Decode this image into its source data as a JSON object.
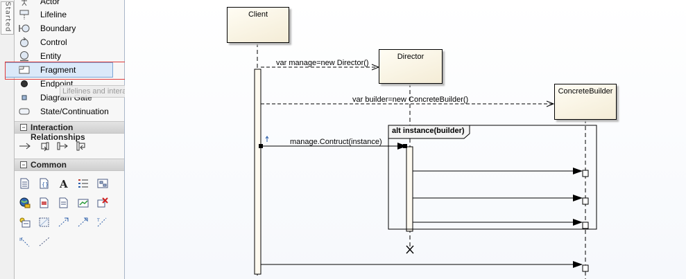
{
  "side_tab": {
    "label": "Started"
  },
  "toolbox": {
    "items": [
      {
        "label": "Actor",
        "icon": "actor-icon"
      },
      {
        "label": "Lifeline",
        "icon": "lifeline-icon"
      },
      {
        "label": "Boundary",
        "icon": "boundary-icon"
      },
      {
        "label": "Control",
        "icon": "control-icon"
      },
      {
        "label": "Entity",
        "icon": "entity-icon"
      },
      {
        "label": "Fragment",
        "icon": "fragment-icon"
      },
      {
        "label": "Endpoint",
        "icon": "endpoint-icon"
      },
      {
        "label": "Diagram Gate",
        "icon": "diagram-gate-icon"
      },
      {
        "label": "State/Continuation",
        "icon": "state-continuation-icon"
      }
    ],
    "selected_item": "Fragment",
    "tooltip": "Lifelines and interaction fragments for building sequence diagrams",
    "sections": {
      "interaction_relationships": {
        "title": "Interaction Relationships",
        "expanded_symbol": "−"
      },
      "common": {
        "title": "Common",
        "expanded_symbol": "−"
      }
    }
  },
  "diagram": {
    "lifelines": {
      "client": "Client",
      "director": "Director",
      "concrete_builder": "ConcreteBuilder"
    },
    "messages": {
      "m1": "var manage=new Director()",
      "m2": "var builder=new ConcreteBuilder()",
      "m3": "manage.Contruct(instance)"
    },
    "fragment": {
      "label": "alt instance(builder)"
    }
  },
  "colors": {
    "lifeline_fill": "#f4ecd6",
    "toolbox_bg": "#f7f7f7",
    "selection_border": "#e03a3a",
    "selected_item_bg": "#dbe9f9"
  }
}
